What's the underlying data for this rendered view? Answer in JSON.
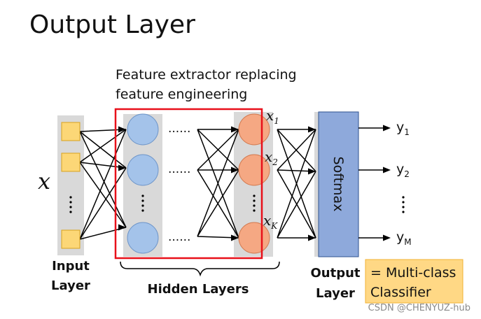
{
  "title": "Output Layer",
  "annotation": {
    "line1": "Feature extractor replacing",
    "line2": "feature engineering"
  },
  "input_symbol": "x",
  "hidden_features": [
    {
      "symbol": "x",
      "subscript": "1"
    },
    {
      "symbol": "x",
      "subscript": "2"
    },
    {
      "symbol": "x",
      "subscript": "K"
    }
  ],
  "softmax_label": "Softmax",
  "outputs": [
    {
      "symbol": "y",
      "subscript": "1"
    },
    {
      "symbol": "y",
      "subscript": "2"
    },
    {
      "symbol": "y",
      "subscript": "M"
    }
  ],
  "ellipsis_horizontal": "......",
  "layer_labels": {
    "input_line1": "Input",
    "input_line2": "Layer",
    "hidden": "Hidden Layers",
    "output_line1": "Output",
    "output_line2": "Layer"
  },
  "classifier_note": {
    "line1": "= Multi-class",
    "line2": "Classifier"
  },
  "watermark": "CSDN @CHENYUZ-hub",
  "colors": {
    "input_node": "#fcd777",
    "input_node_border": "#d9a21c",
    "hidden_node": "#a4c3ea",
    "hidden_node_border": "#6f96c9",
    "last_hidden_node": "#f5a883",
    "last_hidden_node_border": "#d27a50",
    "layer_strip": "#d9d9d9",
    "softmax_fill": "#8ea9db",
    "softmax_border": "#2f528f",
    "highlight_box": "#e8101a",
    "classifier_box": "#ffd885",
    "classifier_border": "#f2b233"
  }
}
